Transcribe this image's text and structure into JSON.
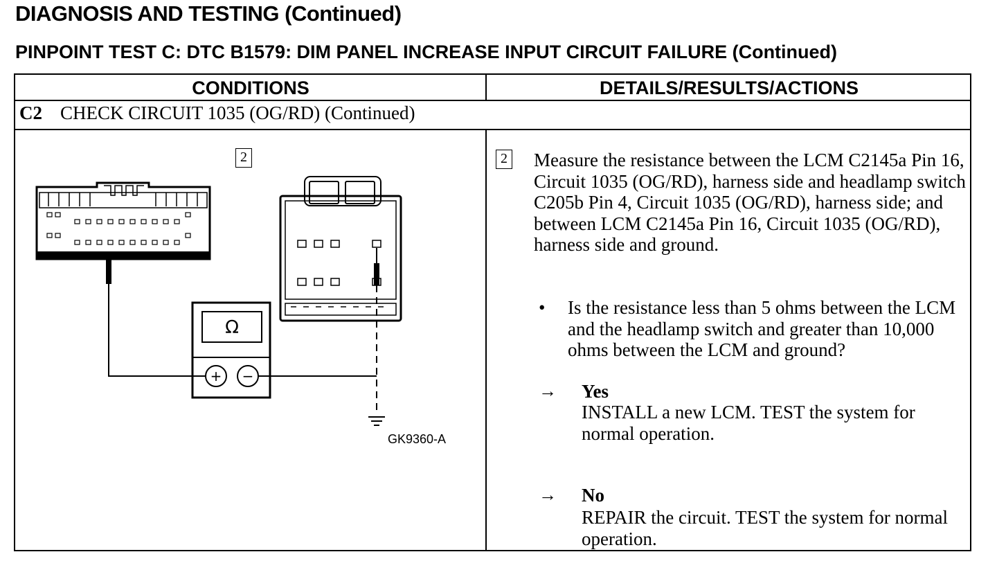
{
  "header": {
    "title": "DIAGNOSIS AND TESTING (Continued)",
    "test_title": "PINPOINT TEST C: DTC B1579: DIM PANEL INCREASE INPUT CIRCUIT FAILURE (Continued)"
  },
  "table": {
    "col_conditions": "CONDITIONS",
    "col_details": "DETAILS/RESULTS/ACTIONS",
    "step_id": "C2",
    "step_title": "CHECK CIRCUIT 1035 (OG/RD) (Continued)",
    "substep_number": "2",
    "diagram": {
      "meter_symbol": "Ω",
      "plus_symbol": "+",
      "minus_symbol": "−",
      "figure_code": "GK9360-A"
    },
    "instruction": "Measure the resistance between the LCM C2145a Pin 16, Circuit 1035 (OG/RD), harness side and headlamp switch C205b Pin 4, Circuit 1035 (OG/RD), harness side; and between LCM C2145a Pin 16, Circuit 1035 (OG/RD), harness side and ground.",
    "bullet": "•",
    "question": "Is the resistance less than 5 ohms between the LCM and the headlamp switch and greater than 10,000 ohms between the LCM and ground?",
    "arrow": "→",
    "yes": {
      "label": "Yes",
      "action": "INSTALL a new LCM. TEST the system for normal operation."
    },
    "no": {
      "label": "No",
      "action": "REPAIR the circuit. TEST the system for normal operation."
    }
  }
}
